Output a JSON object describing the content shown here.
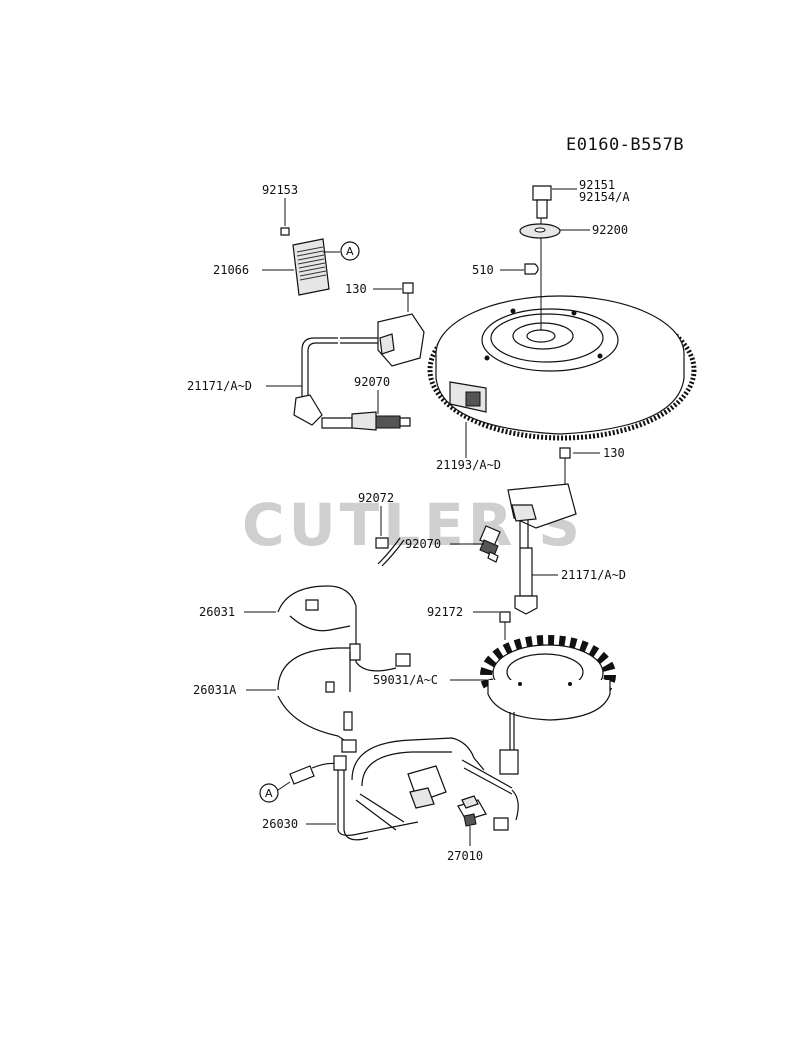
{
  "diagram": {
    "code": "E0160-B557B",
    "watermark": "CUTLER'S",
    "ref_letter": "A",
    "parts": [
      {
        "id": "p92153",
        "label": "92153"
      },
      {
        "id": "p21066",
        "label": "21066"
      },
      {
        "id": "p130a",
        "label": "130"
      },
      {
        "id": "p21171a",
        "label": "21171/A~D"
      },
      {
        "id": "p92070a",
        "label": "92070"
      },
      {
        "id": "p92151",
        "label": "92151"
      },
      {
        "id": "p92154",
        "label": "92154/A"
      },
      {
        "id": "p92200",
        "label": "92200"
      },
      {
        "id": "p510",
        "label": "510"
      },
      {
        "id": "p21193",
        "label": "21193/A~D"
      },
      {
        "id": "p130b",
        "label": "130"
      },
      {
        "id": "p92072",
        "label": "92072"
      },
      {
        "id": "p92070b",
        "label": "92070"
      },
      {
        "id": "p21171b",
        "label": "21171/A~D"
      },
      {
        "id": "p26031",
        "label": "26031"
      },
      {
        "id": "p92172",
        "label": "92172"
      },
      {
        "id": "p26031A",
        "label": "26031A"
      },
      {
        "id": "p59031",
        "label": "59031/A~C"
      },
      {
        "id": "p26030",
        "label": "26030"
      },
      {
        "id": "p27010",
        "label": "27010"
      }
    ]
  }
}
